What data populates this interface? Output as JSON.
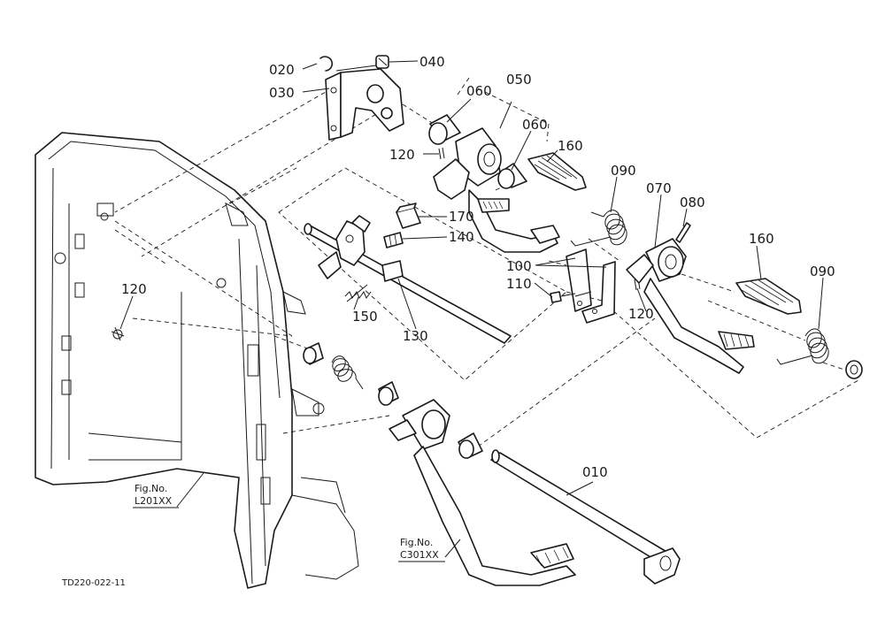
{
  "drawing_code": "TD220-022-11",
  "callouts": {
    "p010": "010",
    "p020": "020",
    "p030": "030",
    "p040": "040",
    "p050": "050",
    "p060a": "060",
    "p060b": "060",
    "p070": "070",
    "p080": "080",
    "p090a": "090",
    "p090b": "090",
    "p100": "100",
    "p110": "110",
    "p120a": "120",
    "p120b": "120",
    "p120c": "120",
    "p130": "130",
    "p140": "140",
    "p150": "150",
    "p160a": "160",
    "p160b": "160",
    "p170": "170"
  },
  "figure_refs": {
    "left": {
      "label": "Fig.No.",
      "code": "L201XX"
    },
    "bottom": {
      "label": "Fig.No.",
      "code": "C301XX"
    }
  }
}
